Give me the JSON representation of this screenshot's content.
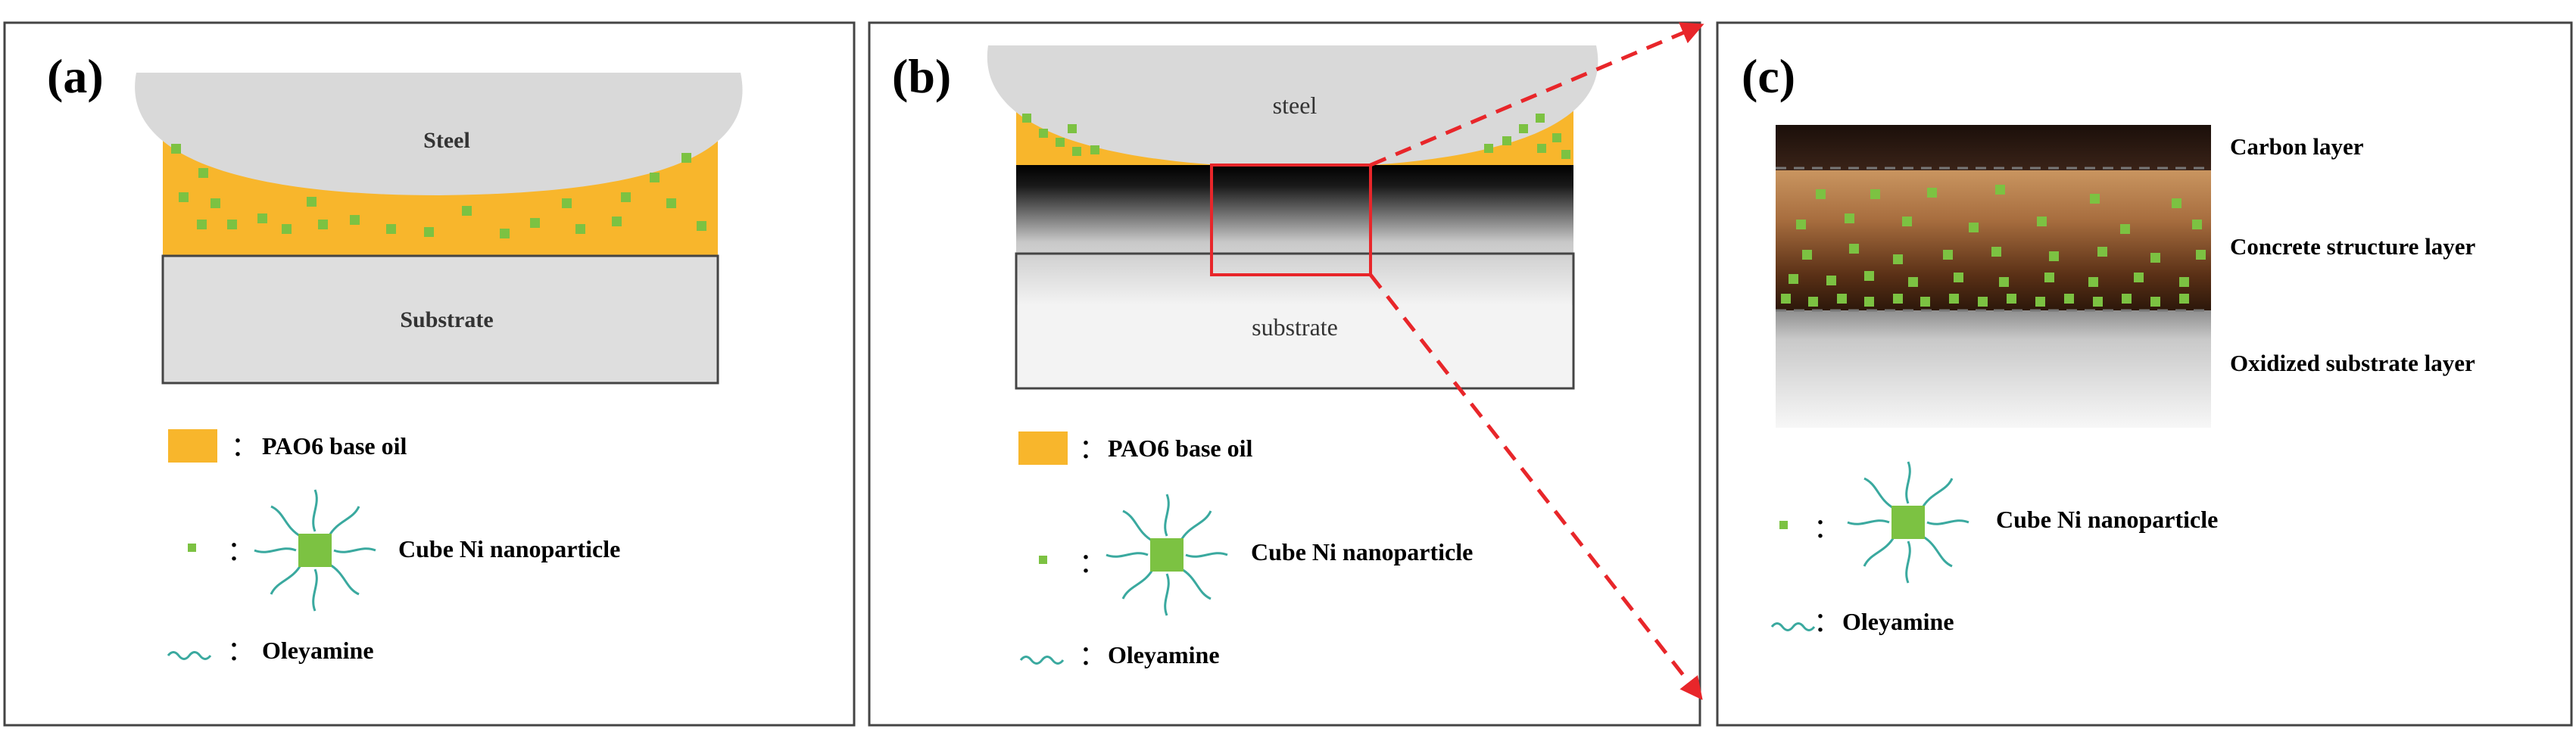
{
  "panels": {
    "a": {
      "label": "(a)",
      "top_body": "Steel",
      "bottom_body": "Substrate",
      "legend": {
        "oil": "PAO6 base oil",
        "particle": "Cube Ni nanoparticle",
        "ligand": "Oleyamine"
      }
    },
    "b": {
      "label": "(b)",
      "top_body": "steel",
      "bottom_body": "substrate",
      "legend": {
        "oil": "PAO6 base oil",
        "particle": "Cube Ni nanoparticle",
        "ligand": "Oleyamine"
      }
    },
    "c": {
      "label": "(c)",
      "layers": [
        "Carbon layer",
        "Concrete structure layer",
        "Oxidized substrate layer"
      ],
      "legend": {
        "particle": "Cube Ni nanoparticle",
        "ligand": "Oleyamine"
      }
    }
  },
  "legend_separator": "：",
  "colors": {
    "oil": "#f8b62c",
    "particle": "#7cc242",
    "ligand": "#3aa99f",
    "steel": "#d9d9d9",
    "substrate": "#dedede",
    "zoom_box": "#e8262a",
    "carbon": "#2a1710",
    "concrete_top": "#c08a55",
    "concrete_bottom": "#3a1e0c"
  }
}
